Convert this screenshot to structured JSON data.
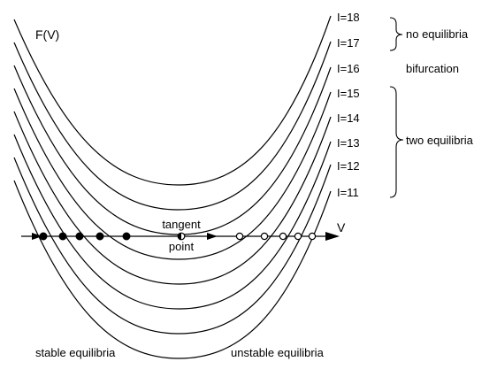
{
  "figure": {
    "y_axis_label": "F(V)",
    "x_axis_label": "V",
    "tangent_label_line1": "tangent",
    "tangent_label_line2": "point",
    "stable_label": "stable equilibria",
    "unstable_label": "unstable equilibria"
  },
  "curves": [
    {
      "label": "I=18",
      "vertex_below_axis": false
    },
    {
      "label": "I=17",
      "vertex_below_axis": false
    },
    {
      "label": "I=16",
      "vertex_below_axis": false,
      "tangent": true
    },
    {
      "label": "I=15",
      "vertex_below_axis": true
    },
    {
      "label": "I=14",
      "vertex_below_axis": true
    },
    {
      "label": "I=13",
      "vertex_below_axis": true
    },
    {
      "label": "I=12",
      "vertex_below_axis": true
    },
    {
      "label": "I=11",
      "vertex_below_axis": true
    }
  ],
  "annotations": {
    "no_equilibria": "no equilibria",
    "bifurcation": "bifurcation",
    "two_equilibria": "two equilibria"
  },
  "equilibria": {
    "stable_count": 5,
    "unstable_count": 5,
    "tangent_count": 1
  }
}
